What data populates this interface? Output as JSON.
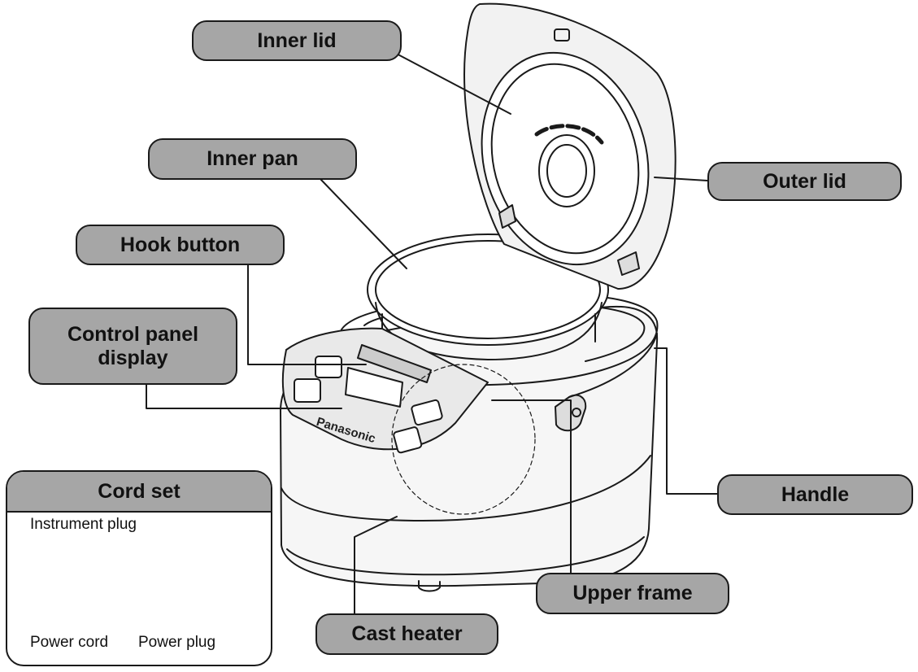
{
  "labels": {
    "inner_lid": "Inner lid",
    "inner_pan": "Inner pan",
    "hook_button": "Hook button",
    "control_panel": "Control panel\ndisplay",
    "outer_lid": "Outer lid",
    "handle": "Handle",
    "upper_frame": "Upper frame",
    "cast_heater": "Cast heater"
  },
  "cord_set": {
    "title": "Cord set",
    "instrument_plug": "Instrument plug",
    "power_cord": "Power cord",
    "power_plug": "Power plug"
  },
  "brand": "Panasonic",
  "colors": {
    "label_fill": "#a6a6a6",
    "outline": "#1a1a1a"
  }
}
